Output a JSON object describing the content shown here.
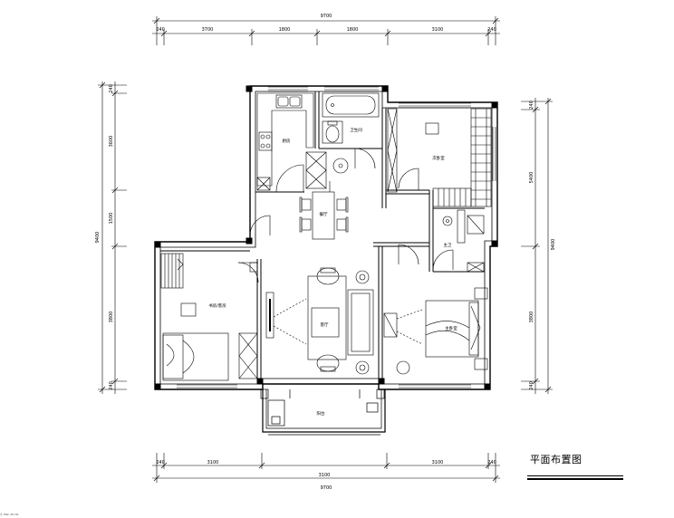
{
  "drawing_title": "平面布置图",
  "corner_note": "Ⓒ Plan 2D Hz",
  "dimensions": {
    "top_total": "9700",
    "top_segments": [
      "240",
      "3700",
      "1800",
      "1800",
      "3100",
      "240"
    ],
    "bottom_total": "9700",
    "bottom_segments": [
      "240",
      "3100",
      "3100",
      "3100",
      "240"
    ],
    "left_total": "9400",
    "left_segments": [
      "240",
      "3600",
      "1500",
      "3800",
      "240"
    ],
    "right_total": "9400",
    "right_segments": [
      "240",
      "5400",
      "3800",
      "240"
    ]
  },
  "rooms": {
    "kitchen": "厨房",
    "bath": "卫生间",
    "bedroom_2": "次卧室",
    "dining": "餐厅",
    "study": "书房/客房",
    "living": "客厅",
    "master_bath": "主卫",
    "master_bedroom": "主卧室",
    "balcony": "阳台"
  }
}
